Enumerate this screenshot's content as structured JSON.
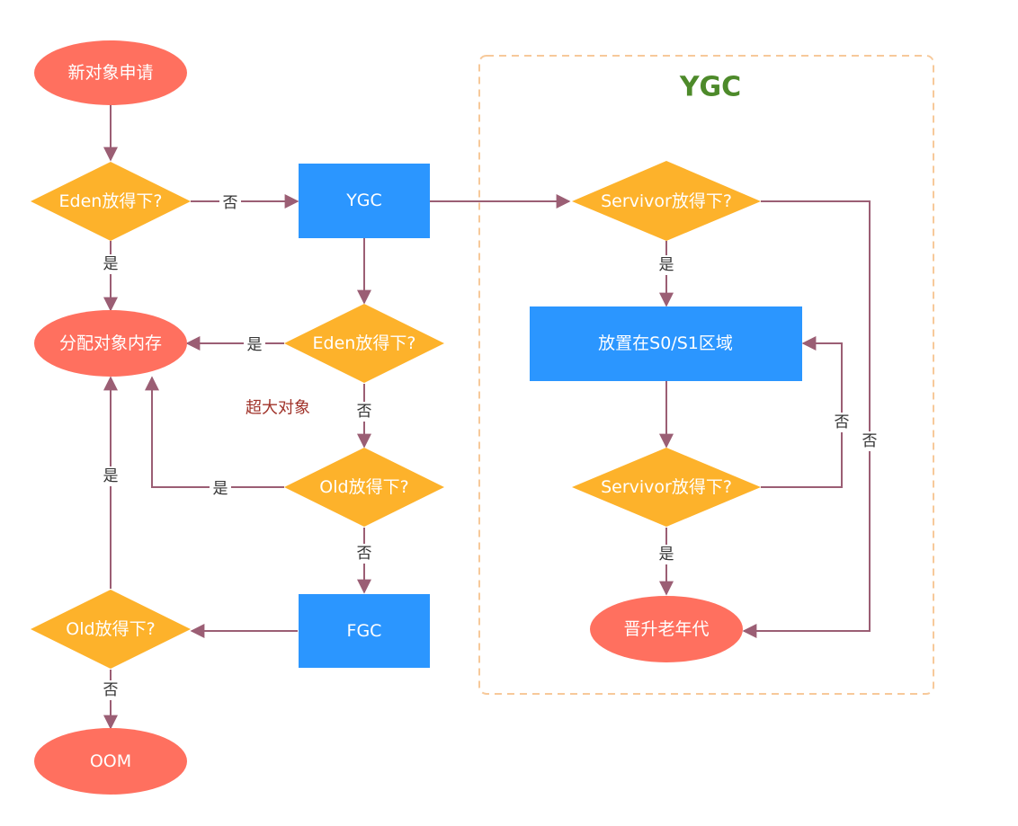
{
  "colors": {
    "ellipse": "#ff705f",
    "diamond": "#fdb22b",
    "rect": "#2b96ff",
    "edge": "#9b5e74",
    "group_border": "#f7c99a",
    "title": "#4d8a2a",
    "note": "#a0332a"
  },
  "group": {
    "title": "YGC"
  },
  "nodes": {
    "new_object": "新对象申请",
    "eden_check_1": "Eden放得下?",
    "ygc": "YGC",
    "alloc_memory": "分配对象内存",
    "eden_check_2": "Eden放得下?",
    "old_check_1": "Old放得下?",
    "fgc": "FGC",
    "old_check_2": "Old放得下?",
    "oom": "OOM",
    "survivor_check_1": "Servivor放得下?",
    "place_s0_s1": "放置在S0/S1区域",
    "survivor_check_2": "Servivor放得下?",
    "promote_old": "晋升老年代"
  },
  "notes": {
    "large_object": "超大对象"
  },
  "edge_labels": {
    "eden1_no": "否",
    "eden1_yes": "是",
    "eden2_yes": "是",
    "eden2_no": "否",
    "old1_yes": "是",
    "old1_no": "否",
    "old2_yes": "是",
    "old2_no": "否",
    "surv1_yes": "是",
    "surv1_no": "否",
    "surv2_no": "否",
    "surv2_yes": "是"
  }
}
